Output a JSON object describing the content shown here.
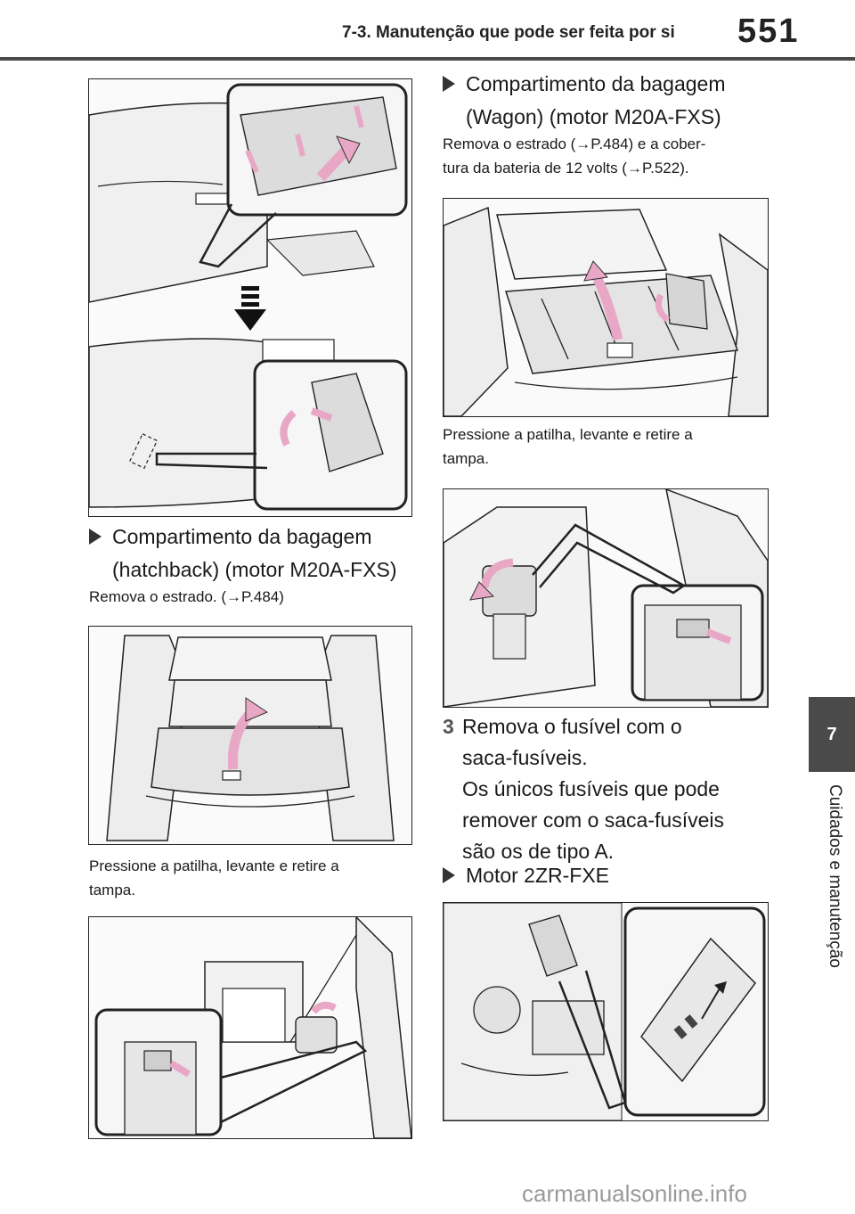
{
  "header": {
    "title": "7-3. Manutenção que pode ser feita por si",
    "page_number": "551"
  },
  "side_tab": {
    "chapter_number": "7",
    "chapter_label": "Cuidados e manutenção"
  },
  "left_column": {
    "heading": {
      "line1": "Compartimento da bagagem",
      "line2": "(hatchback) (motor M20A-FXS)"
    },
    "instruction": "Remova o estrado. (→P.484)",
    "caption": {
      "line1": "Pressione a patilha, levante e retire a",
      "line2": "tampa."
    }
  },
  "right_column": {
    "heading_wagon": {
      "line1": "Compartimento da bagagem",
      "line2": "(Wagon) (motor M20A-FXS)"
    },
    "instruction_wagon": {
      "line1": "Remova o estrado (→P.484) e a cober-",
      "line2": "tura da bateria de 12 volts (→P.522)."
    },
    "caption_wagon": {
      "line1": "Pressione a patilha, levante e retire a",
      "line2": "tampa."
    },
    "step3": {
      "number": "3",
      "line1": "Remova o fusível com o",
      "line2": "saca-fusíveis.",
      "line3": "Os únicos fusíveis que pode",
      "line4": "remover com o saca-fusíveis",
      "line5": "são os de tipo A."
    },
    "heading_engine": "Motor 2ZR-FXE"
  },
  "watermark": "carmanualsonline.info",
  "colors": {
    "header_bar": "#4a4a4a",
    "arrow_pink": "#e9a7c6",
    "diagram_line": "#222222",
    "diagram_fill": "#ececec"
  }
}
